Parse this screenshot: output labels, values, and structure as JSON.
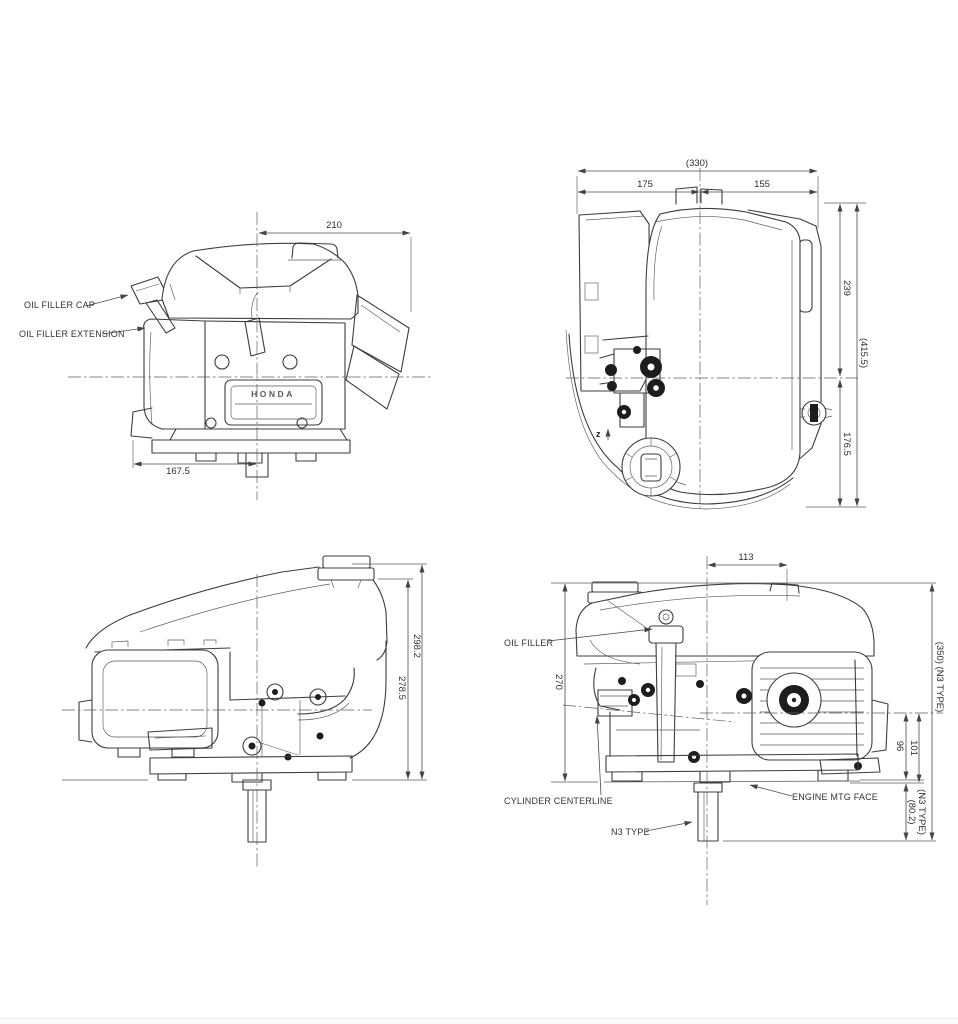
{
  "labels": {
    "oil_filler_cap": "OIL FILLER CAP",
    "oil_filler_extension": "OIL FILLER EXTENSION",
    "brand": "HONDA",
    "z_marker": "z",
    "oil_filler": "OIL FILLER",
    "cylinder_centerline": "CYLINDER CENTERLINE",
    "n3_type": "N3 TYPE",
    "engine_mtg_face": "ENGINE MTG FACE"
  },
  "dims": {
    "front": {
      "center_to_right": "210",
      "left_to_center": "167.5"
    },
    "top": {
      "overall_width": "(330)",
      "width_left": "175",
      "width_right": "155",
      "depth_front": "239",
      "overall_depth": "(415.5)",
      "depth_rear": "176.5"
    },
    "side_left": {
      "overall_height": "298.2",
      "height_to_cover": "278.5"
    },
    "side_right": {
      "center_to_face": "113",
      "top_to_mount": "270",
      "overall_height_n3": "(350) (N3 TYPE)",
      "center_to_foot": "101",
      "center_to_mount": "96",
      "shaft_value": "(80.2)",
      "shaft_type": "(N3 TYPE)"
    }
  }
}
